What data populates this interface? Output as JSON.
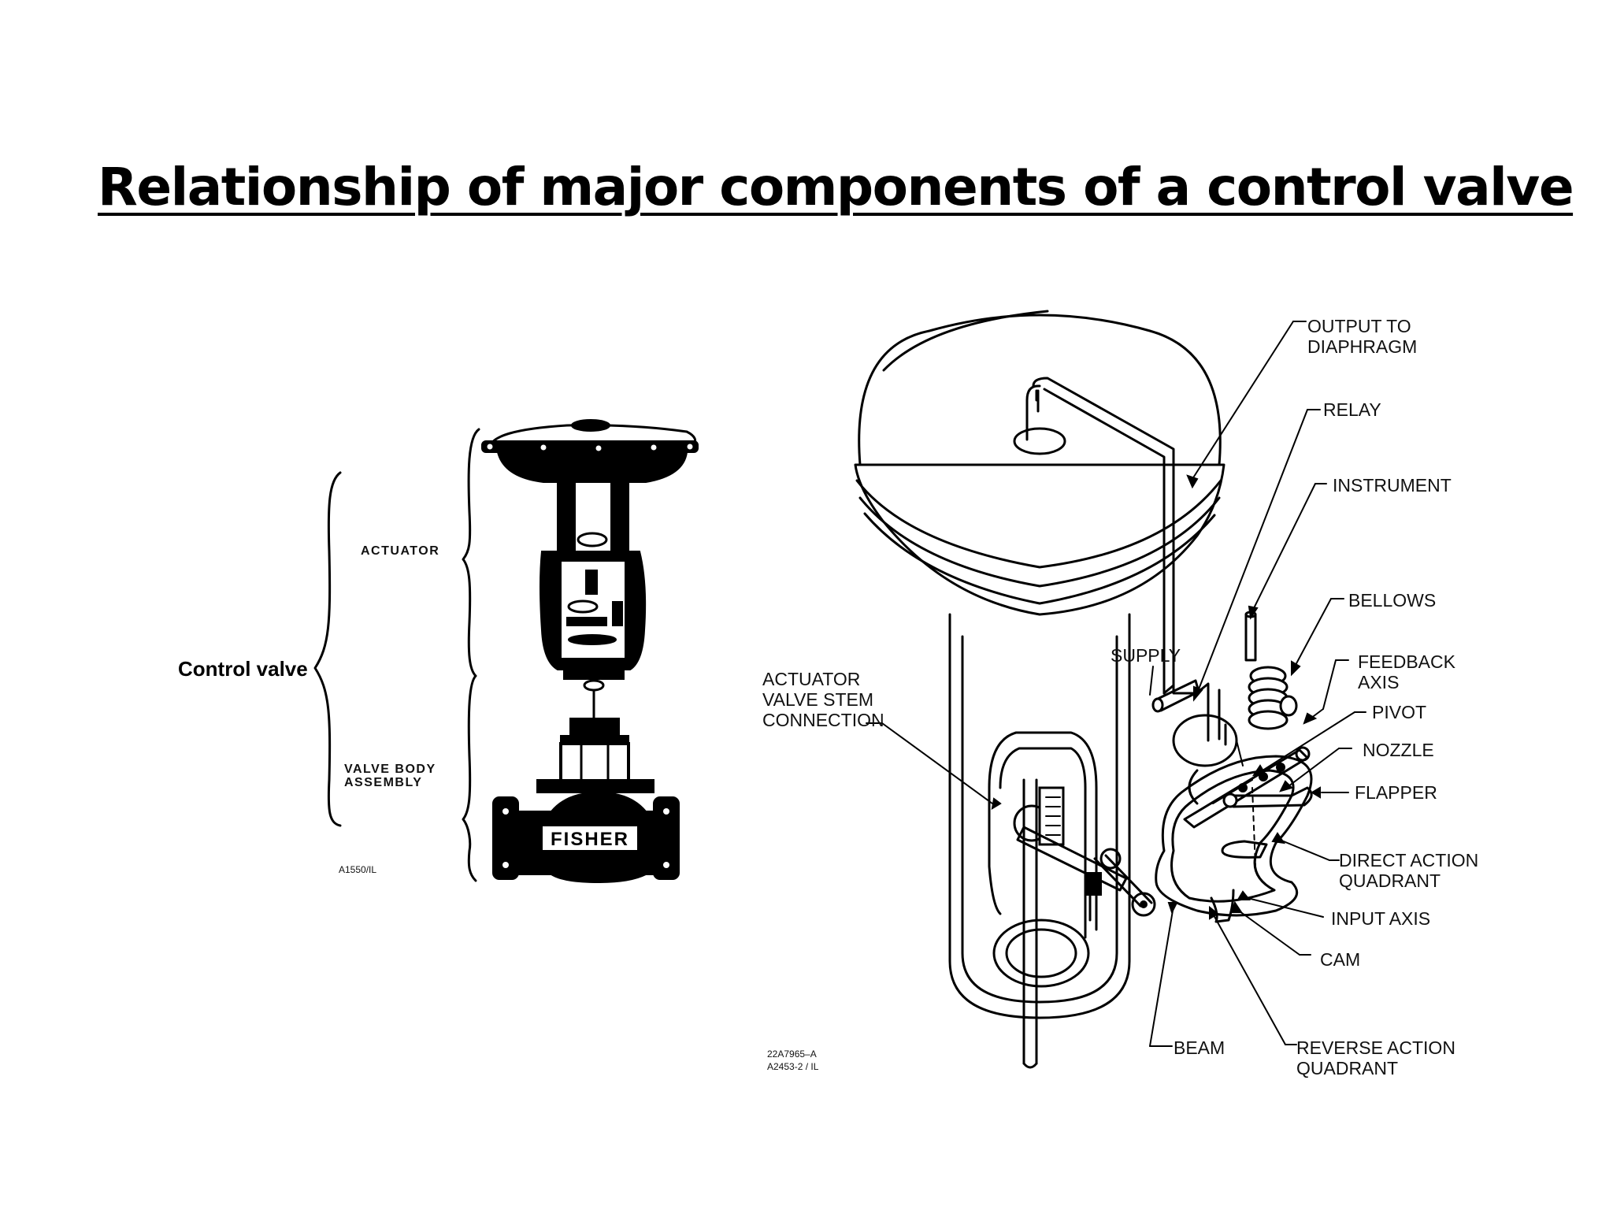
{
  "title": "Relationship of major components of a control valve",
  "left_diagram": {
    "bracket_label": "Control valve",
    "actuator_label": "ACTUATOR",
    "valve_body_label_line1": "VALVE BODY",
    "valve_body_label_line2": "ASSEMBLY",
    "drawing_code": "A1550/IL",
    "body_lettering": "FISHER"
  },
  "right_diagram": {
    "labels": {
      "output_line1": "OUTPUT TO",
      "output_line2": "DIAPHRAGM",
      "relay": "RELAY",
      "instrument": "INSTRUMENT",
      "bellows": "BELLOWS",
      "feedback_line1": "FEEDBACK",
      "feedback_line2": "AXIS",
      "pivot": "PIVOT",
      "nozzle": "NOZZLE",
      "flapper": "FLAPPER",
      "direct_line1": "DIRECT ACTION",
      "direct_line2": "QUADRANT",
      "input_axis": "INPUT AXIS",
      "cam": "CAM",
      "reverse_line1": "REVERSE ACTION",
      "reverse_line2": "QUADRANT",
      "beam": "BEAM",
      "supply": "SUPPLY",
      "actuator_line1": "ACTUATOR",
      "actuator_line2": "VALVE STEM",
      "actuator_line3": "CONNECTION"
    },
    "drawing_code_line1": "22A7965–A",
    "drawing_code_line2": "A2453-2 / IL"
  }
}
